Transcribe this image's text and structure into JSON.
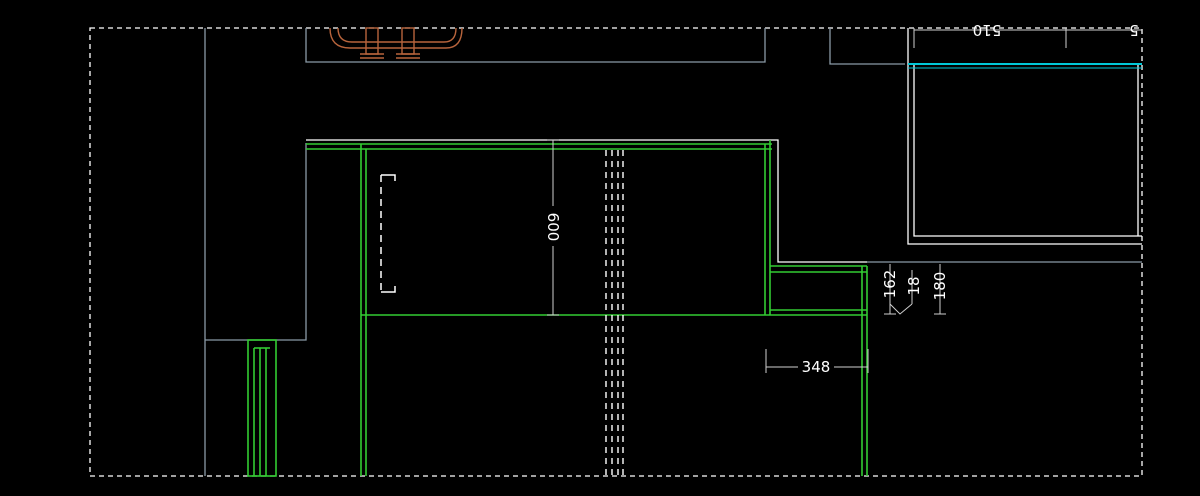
{
  "drawing": {
    "colors": {
      "background": "#000000",
      "green": "#33cc33",
      "white": "#ffffff",
      "gray": "#8a9aa6",
      "cyan": "#00c8d8",
      "brown": "#b8643c"
    },
    "dimensions": {
      "d600": "600",
      "d510": "510",
      "d162": "162",
      "d18": "18",
      "d180": "180",
      "d348": "348"
    }
  }
}
